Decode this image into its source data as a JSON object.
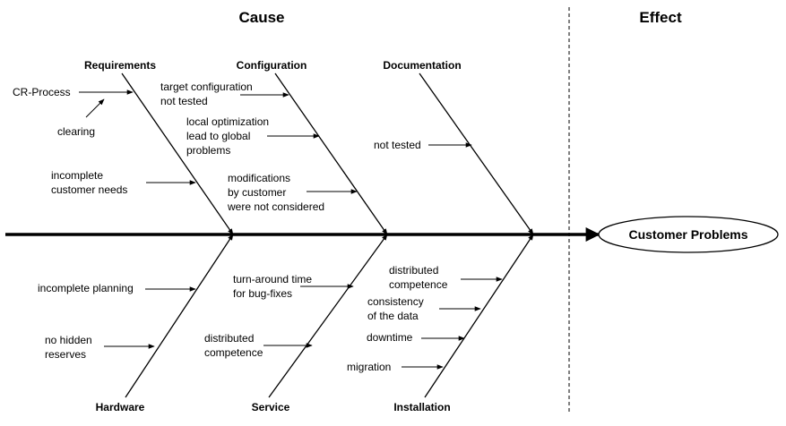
{
  "headers": {
    "cause": "Cause",
    "effect": "Effect"
  },
  "effect": {
    "label": "Customer Problems"
  },
  "categories": {
    "requirements": "Requirements",
    "configuration": "Configuration",
    "documentation": "Documentation",
    "hardware": "Hardware",
    "service": "Service",
    "installation": "Installation"
  },
  "causes": {
    "cr_process": [
      "CR-Process"
    ],
    "clearing": [
      "clearing"
    ],
    "incomplete_needs": [
      "incomplete",
      "customer needs"
    ],
    "target_config": [
      "target configuration",
      "not tested"
    ],
    "local_opt": [
      "local optimization",
      "lead to global",
      "problems"
    ],
    "modifications": [
      "modifications",
      "by customer",
      "were not considered"
    ],
    "doc_not_tested": [
      "not tested"
    ],
    "incomplete_planning": [
      "incomplete planning"
    ],
    "no_hidden": [
      "no hidden",
      "reserves"
    ],
    "turnaround": [
      "turn-around time",
      "for bug-fixes"
    ],
    "service_competence": [
      "distributed",
      "competence"
    ],
    "install_competence": [
      "distributed",
      "competence"
    ],
    "consistency": [
      "consistency",
      "of the data"
    ],
    "downtime": [
      "downtime"
    ],
    "migration": [
      "migration"
    ]
  }
}
